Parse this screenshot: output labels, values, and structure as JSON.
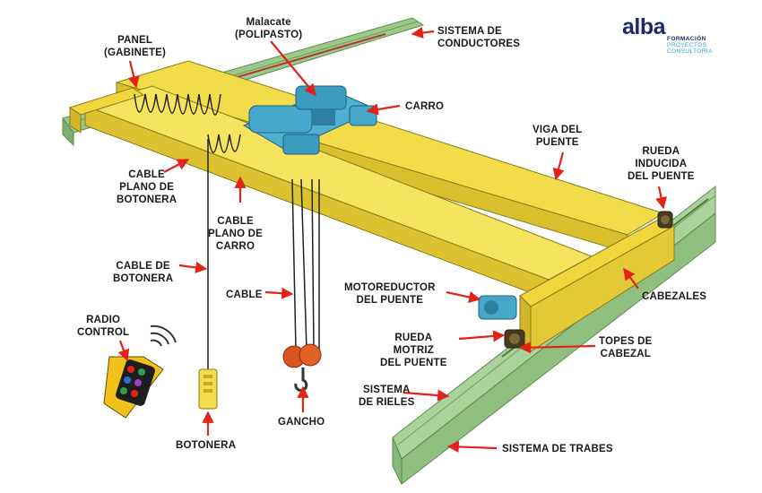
{
  "brand": {
    "name": "alba",
    "tagline_1": "FORMACIÓN",
    "tagline_2": "PROYECTOS",
    "tagline_3": "CONSULTORIA",
    "colors": {
      "navy": "#1f2a6b",
      "cyan": "#2aa7d6"
    }
  },
  "colors": {
    "beam_yellow": "#f3dc4a",
    "rail_green": "#9cc98a",
    "hoist_blue": "#45a7c9",
    "hook_orange": "#d9541d",
    "arrow_red": "#e2231a"
  },
  "labels": {
    "panel": "PANEL\n(GABINETE)",
    "malacate": "Malacate\n(POLIPASTO)",
    "sistema_conductores": "SISTEMA DE\nCONDUCTORES",
    "carro": "CARRO",
    "viga_puente": "VIGA DEL\nPUENTE",
    "rueda_inducida": "RUEDA\nINDUCIDA\nDEL PUENTE",
    "cable_plano_botonera": "CABLE\nPLANO DE\nBOTONERA",
    "cable_plano_carro": "CABLE\nPLANO DE\nCARRO",
    "cable_botonera": "CABLE DE\nBOTONERA",
    "cable": "CABLE",
    "motoreductor": "MOTOREDUCTOR\nDEL PUENTE",
    "cabezales": "CABEZALES",
    "radio_control": "RADIO\nCONTROL",
    "rueda_motriz": "RUEDA\nMOTRIZ\nDEL PUENTE",
    "topes_cabezal": "TOPES DE\nCABEZAL",
    "sistema_rieles": "SISTEMA\nDE RIELES",
    "gancho": "GANCHO",
    "botonera": "BOTONERA",
    "sistema_trabes": "SISTEMA DE TRABES"
  }
}
